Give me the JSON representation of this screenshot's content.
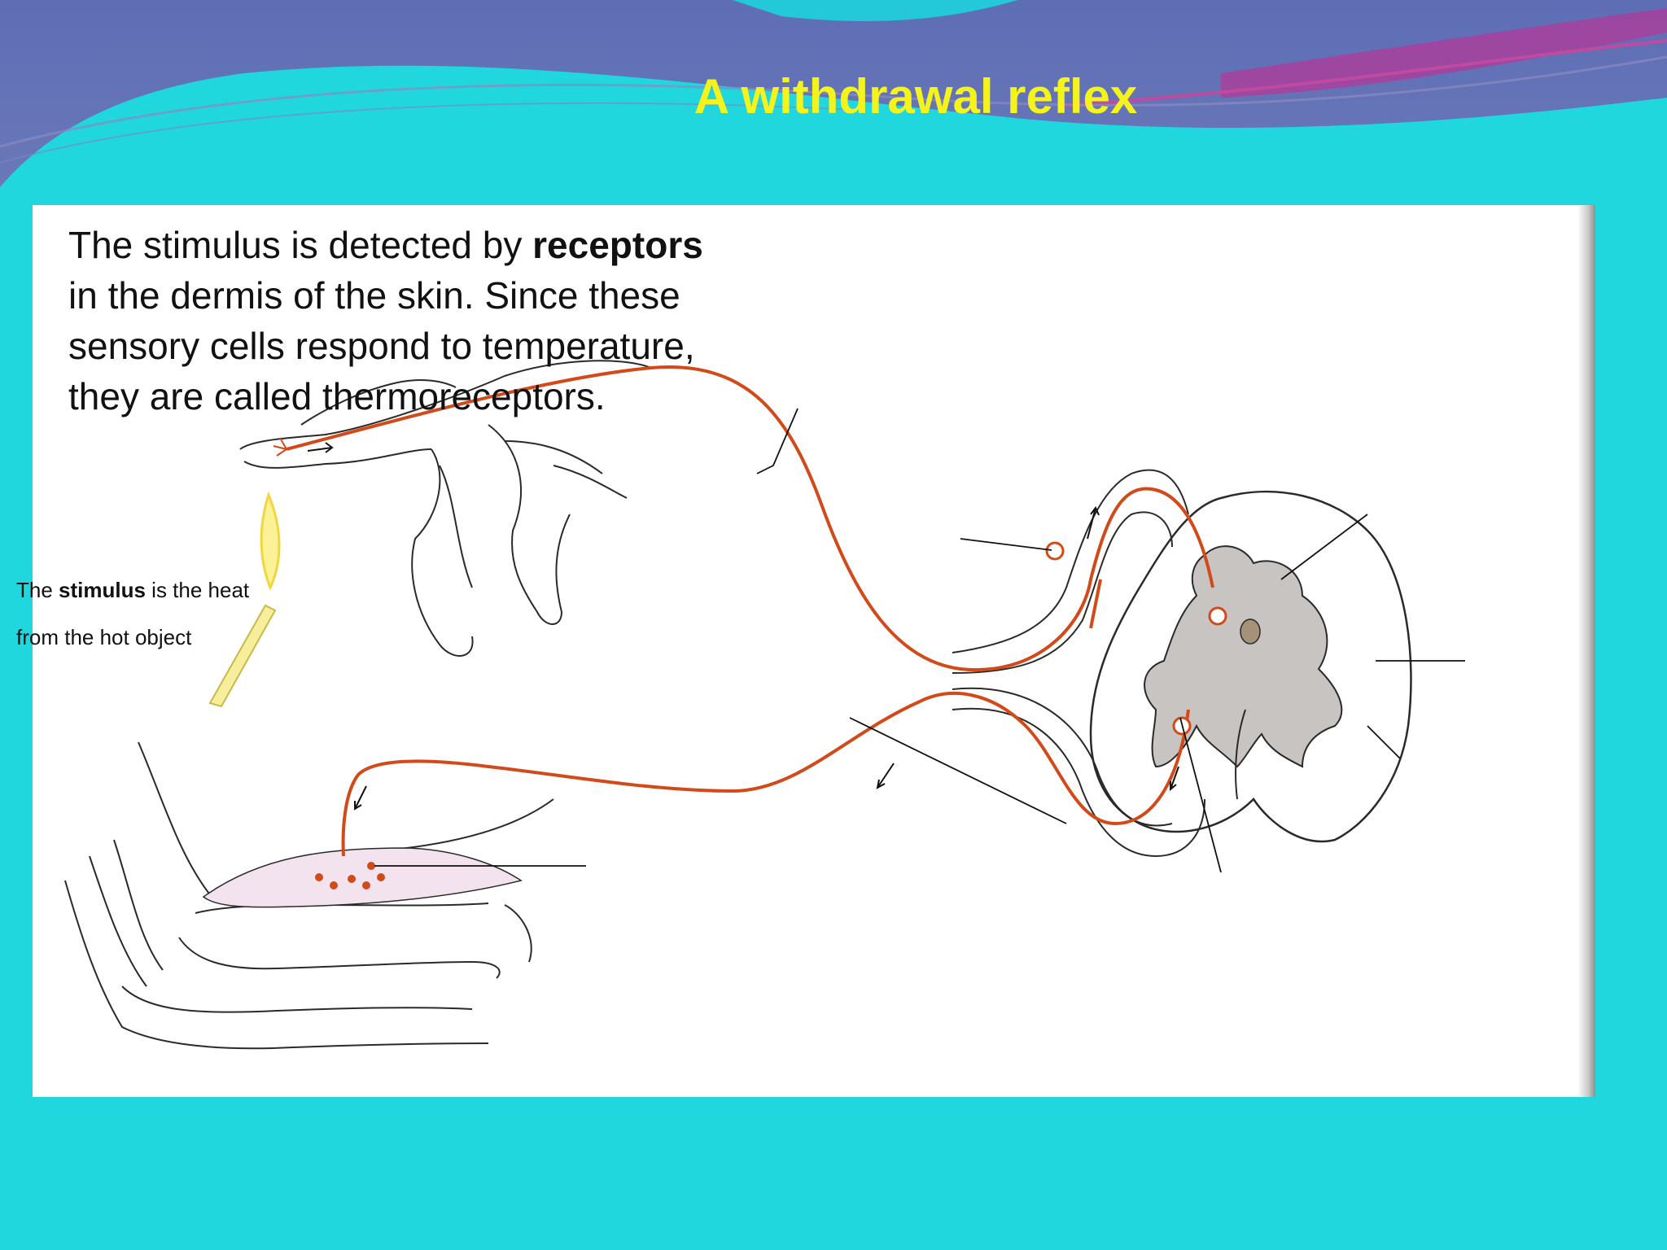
{
  "slide": {
    "title": "A withdrawal reflex"
  },
  "description": {
    "part1": "The stimulus is detected by ",
    "bold": "receptors",
    "line2": "in the dermis of the skin. Since these",
    "line3": "sensory cells respond to temperature,",
    "line4": "they are called thermoreceptors."
  },
  "stimulus_caption": {
    "prefix": "The ",
    "bold": "stimulus",
    "suffix": " is the heat",
    "line2": "from the hot object"
  },
  "colors": {
    "background": "#21d7de",
    "title": "#f4f41c",
    "banner_dark": "#5f6fb6",
    "banner_magenta": "#b13a98",
    "nerve": "#d24a1a",
    "grey_matter": "#c8c4c2",
    "muscle": "#f3e3ef"
  }
}
